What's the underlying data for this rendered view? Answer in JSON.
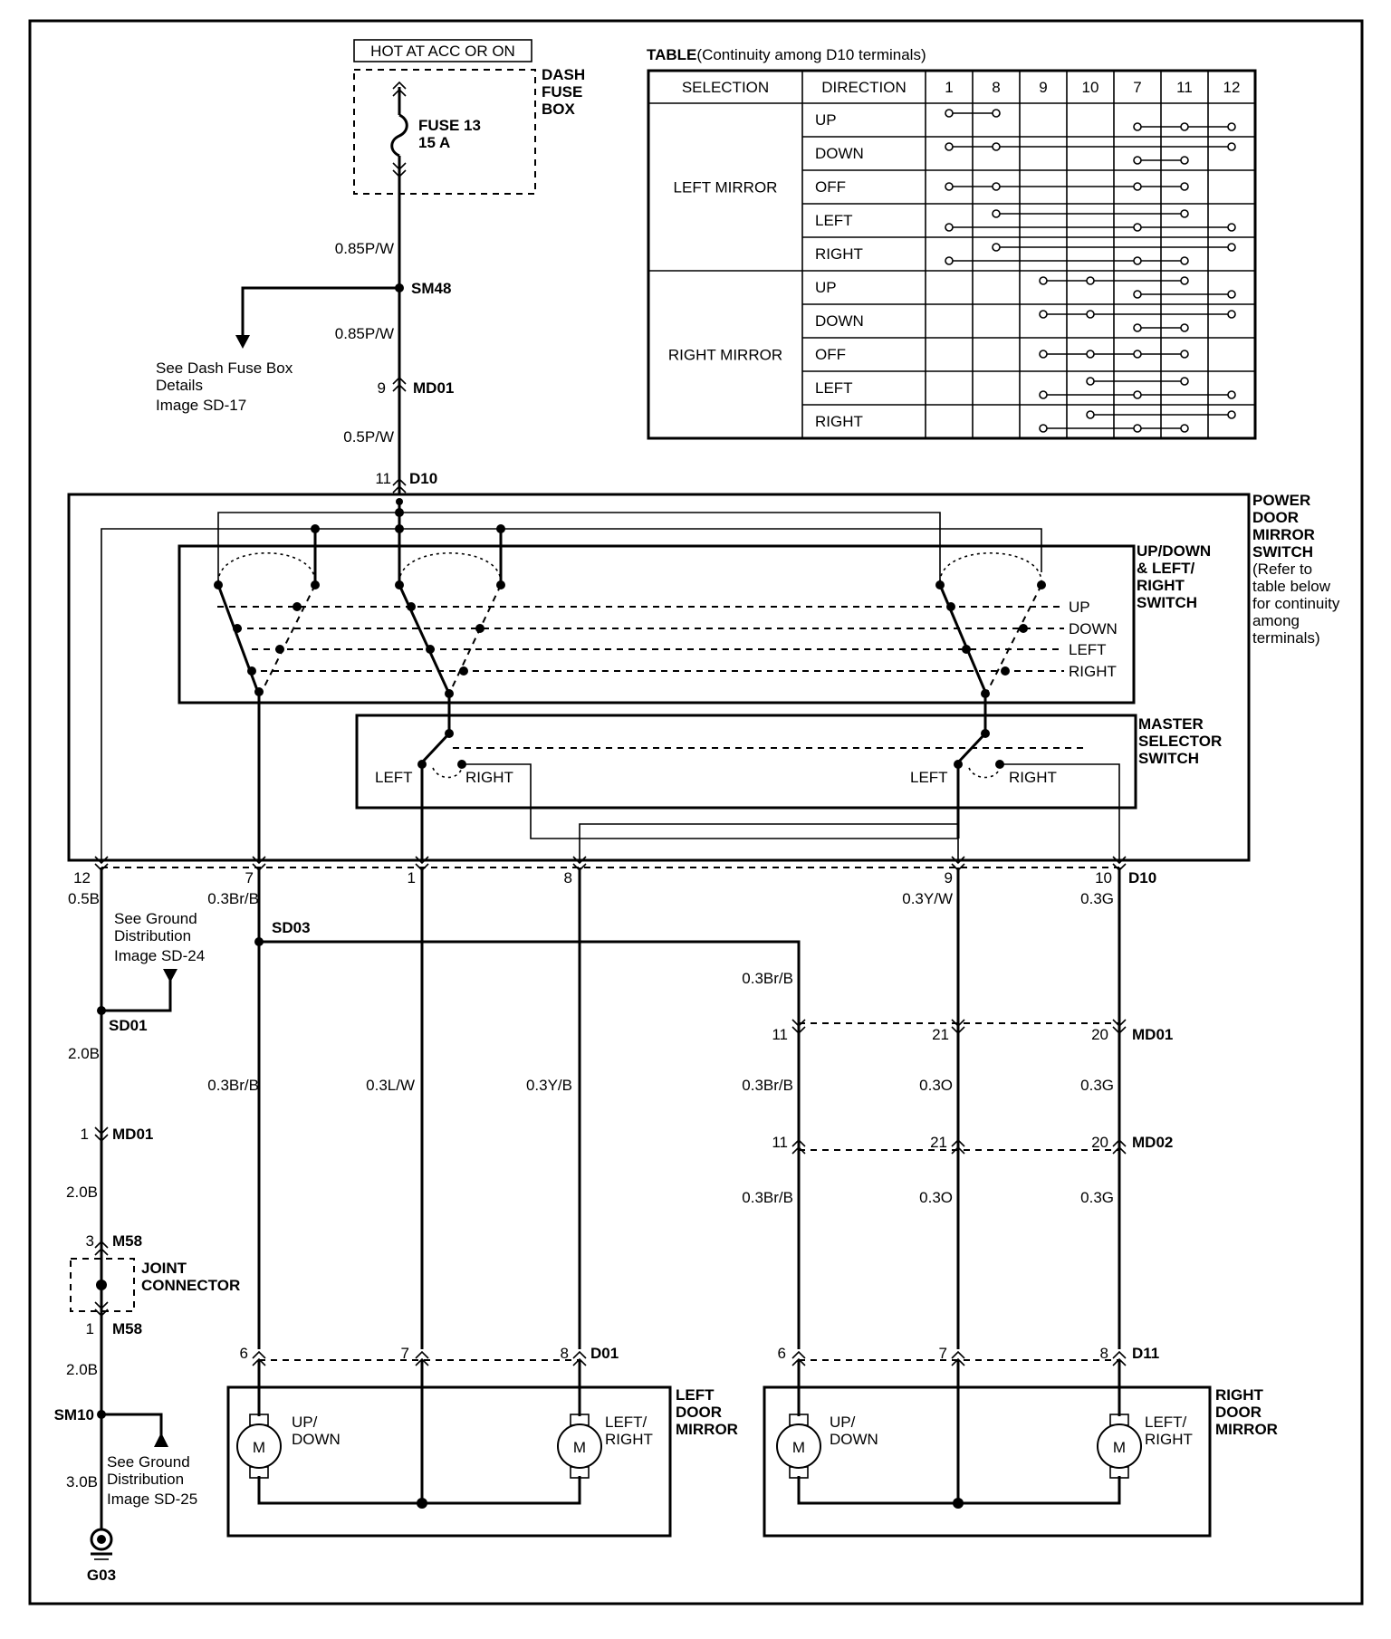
{
  "supply": {
    "hot_label": "HOT AT ACC OR ON",
    "fuse_box": [
      "DASH",
      "FUSE",
      "BOX"
    ],
    "fuse": [
      "FUSE 13",
      "15 A"
    ]
  },
  "wire_labels": {
    "w1": "0.85P/W",
    "w2": "0.85P/W",
    "w3": "0.5P/W",
    "w12": "0.5B",
    "w7": "0.3Br/B",
    "w9": "0.3Y/W",
    "w10": "0.3G",
    "sd03_drop": "0.3Br/B",
    "left_7": "0.3Br/B",
    "left_1": "0.3L/W",
    "left_8": "0.3Y/B",
    "r_11a": "0.3Br/B",
    "r_21a": "0.3O",
    "r_20a": "0.3G",
    "r_11b": "0.3Br/B",
    "r_21b": "0.3O",
    "r_20b": "0.3G",
    "gnd_1": "2.0B",
    "gnd_2": "2.0B",
    "gnd_3": "2.0B",
    "gnd_4": "3.0B"
  },
  "connectors": {
    "sm48": "SM48",
    "md01": "MD01",
    "md01_pin": "9",
    "d10": "D10",
    "d10_pin": "11",
    "sd03": "SD03",
    "sd01": "SD01",
    "md01_gnd": "MD01",
    "md01_gnd_pin": "1",
    "m58_top": "M58",
    "m58_top_pin": "3",
    "m58_bot": "M58",
    "m58_bot_pin": "1",
    "sm10": "SM10",
    "g03": "G03",
    "md01_r": "MD01",
    "md02_r": "MD02",
    "d01": "D01",
    "d11": "D11",
    "d10_bottom": "D10"
  },
  "d10_pins": [
    "12",
    "7",
    "1",
    "8",
    "9",
    "10"
  ],
  "md01_pins": [
    "11",
    "21",
    "20"
  ],
  "md02_pins": [
    "11",
    "21",
    "20"
  ],
  "d01_pins": [
    "6",
    "7",
    "8"
  ],
  "d11_pins": [
    "6",
    "7",
    "8"
  ],
  "refs": {
    "dash_fuse": [
      "See Dash Fuse Box",
      "Details",
      "Image SD-17"
    ],
    "ground24": [
      "See Ground",
      "Distribution",
      "Image SD-24"
    ],
    "ground25": [
      "See Ground",
      "Distribution",
      "Image SD-25"
    ]
  },
  "joint_connector": [
    "JOINT",
    "CONNECTOR"
  ],
  "switch": {
    "title": [
      "POWER",
      "DOOR",
      "MIRROR",
      "SWITCH"
    ],
    "note": [
      "(Refer to",
      "table below",
      "for continuity",
      "among",
      "terminals)"
    ],
    "updown_title": [
      "UP/DOWN",
      "& LEFT/",
      "RIGHT",
      "SWITCH"
    ],
    "positions": [
      "UP",
      "DOWN",
      "LEFT",
      "RIGHT"
    ],
    "master_title": [
      "MASTER",
      "SELECTOR",
      "SWITCH"
    ],
    "left": "LEFT",
    "right": "RIGHT"
  },
  "mirrors": {
    "left_title": [
      "LEFT",
      "DOOR",
      "MIRROR"
    ],
    "right_title": [
      "RIGHT",
      "DOOR",
      "MIRROR"
    ],
    "motor": "M",
    "updown": [
      "UP/",
      "DOWN"
    ],
    "leftright": [
      "LEFT/",
      "RIGHT"
    ]
  },
  "table": {
    "title_bold": "TABLE",
    "title_rest": "(Continuity among D10 terminals)",
    "headers": [
      "SELECTION",
      "DIRECTION",
      "1",
      "8",
      "9",
      "10",
      "7",
      "11",
      "12"
    ],
    "groups": [
      "LEFT MIRROR",
      "RIGHT MIRROR"
    ],
    "directions": [
      "UP",
      "DOWN",
      "OFF",
      "LEFT",
      "RIGHT",
      "UP",
      "DOWN",
      "OFF",
      "LEFT",
      "RIGHT"
    ],
    "continuity": [
      [
        [
          "1",
          "8"
        ],
        [
          "7",
          "11",
          "12"
        ]
      ],
      [
        [
          "1",
          "8",
          "12"
        ],
        [
          "7",
          "11"
        ]
      ],
      [
        [
          "1",
          "8",
          "7",
          "11"
        ]
      ],
      [
        [
          "8",
          "11"
        ],
        [
          "1",
          "7",
          "12"
        ]
      ],
      [
        [
          "8",
          "12"
        ],
        [
          "1",
          "7",
          "11"
        ]
      ],
      [
        [
          "9",
          "10",
          "11"
        ],
        [
          "7",
          "12"
        ]
      ],
      [
        [
          "9",
          "10",
          "12"
        ],
        [
          "7",
          "11"
        ]
      ],
      [
        [
          "9",
          "10",
          "7",
          "11"
        ]
      ],
      [
        [
          "10",
          "11"
        ],
        [
          "9",
          "7",
          "12"
        ]
      ],
      [
        [
          "10",
          "12"
        ],
        [
          "9",
          "7",
          "11"
        ]
      ]
    ]
  }
}
